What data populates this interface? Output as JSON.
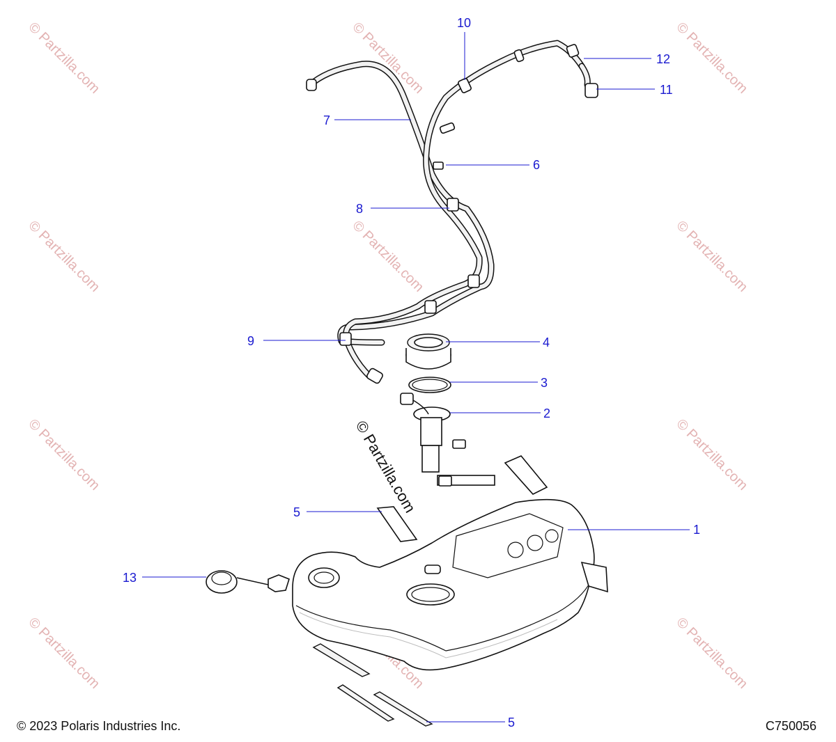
{
  "watermark": {
    "small": "© Partzilla.com",
    "center": "© Partzilla.com"
  },
  "callouts": {
    "c1": "1",
    "c2": "2",
    "c3": "3",
    "c4": "4",
    "c5a": "5",
    "c5b": "5",
    "c6": "6",
    "c7": "7",
    "c8": "8",
    "c9": "9",
    "c10": "10",
    "c11": "11",
    "c12": "12",
    "c13": "13"
  },
  "footer": {
    "copyright": "© 2023 Polaris Industries Inc.",
    "diagram_id": "C750056"
  },
  "colors": {
    "callout": "#1a1ad0",
    "watermark": "#e3b3b3",
    "line": "#111111"
  }
}
